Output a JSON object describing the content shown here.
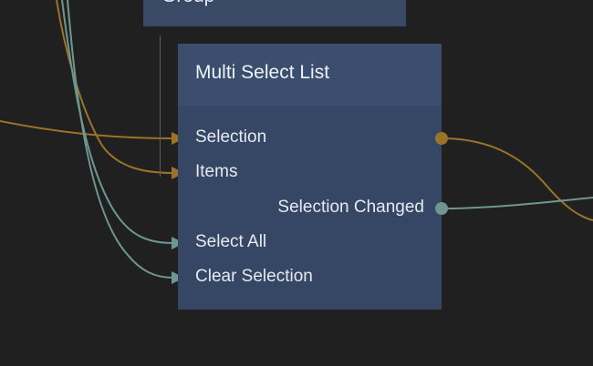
{
  "group_node": {
    "title": "Group"
  },
  "node": {
    "title": "Multi Select List",
    "inputs": [
      {
        "label": "Selection",
        "type": "value"
      },
      {
        "label": "Items",
        "type": "value"
      },
      {
        "label": "Select All",
        "type": "signal"
      },
      {
        "label": "Clear Selection",
        "type": "signal"
      }
    ],
    "outputs": [
      {
        "label": "Selection",
        "type": "value"
      },
      {
        "label": "Selection Changed",
        "type": "signal"
      }
    ]
  },
  "colors": {
    "background": "#202020",
    "node_body": "#354764",
    "node_header": "#3b4e6d",
    "value_wire": "#9a7428",
    "signal_wire": "#6f9690"
  }
}
